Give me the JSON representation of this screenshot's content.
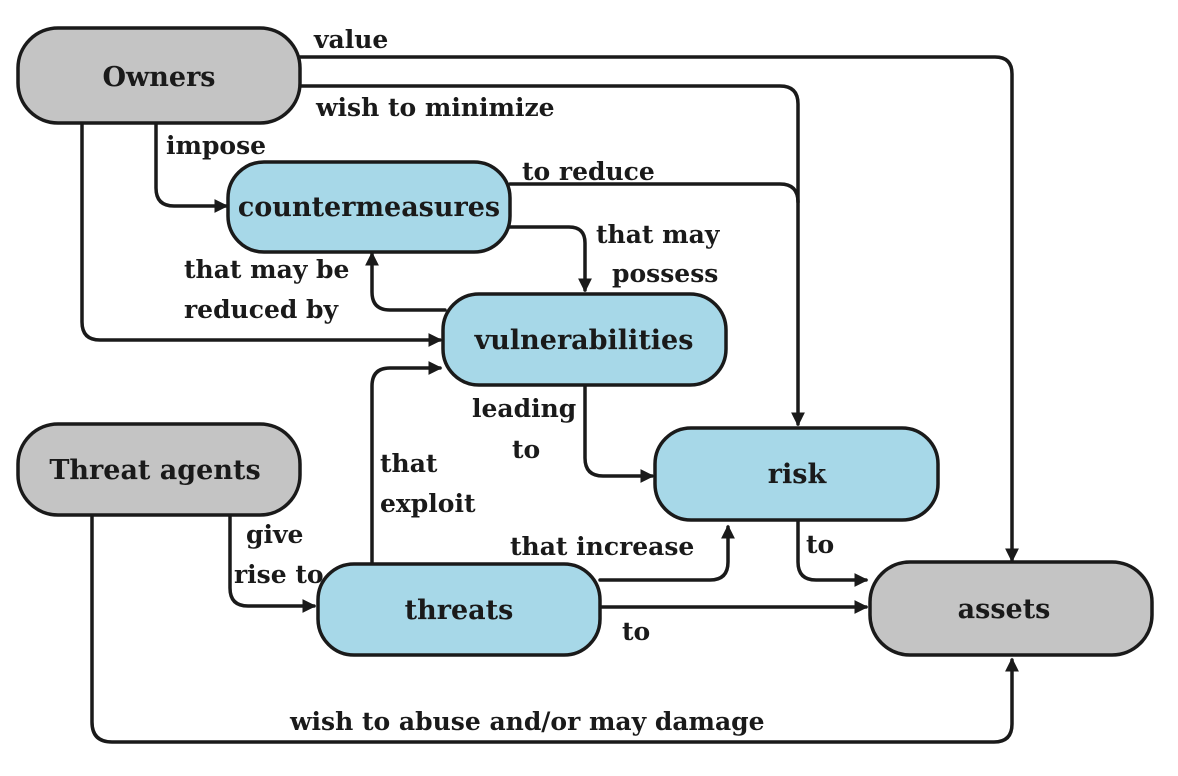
{
  "colors": {
    "entity_fill": "#c4c4c4",
    "concept_fill": "#a7d8e8",
    "stroke": "#1a1a1a",
    "background": "#ffffff"
  },
  "nodes": {
    "owners": "Owners",
    "countermeasures": "countermeasures",
    "vulnerabilities": "vulnerabilities",
    "threat_agents": "Threat agents",
    "risk": "risk",
    "threats": "threats",
    "assets": "assets"
  },
  "edge_labels": {
    "value": "value",
    "wish_to_minimize": "wish to minimize",
    "impose": "impose",
    "to_reduce": "to reduce",
    "that_may": "that may",
    "possess": "possess",
    "that_may_be": "that may be",
    "reduced_by": "reduced by",
    "leading": "leading",
    "leading_to": "to",
    "that": "that",
    "exploit": "exploit",
    "give": "give",
    "rise_to": "rise to",
    "that_increase": "that increase",
    "risk_to": "to",
    "threats_to": "to",
    "wish_to_abuse": "wish to abuse and/or may damage"
  }
}
